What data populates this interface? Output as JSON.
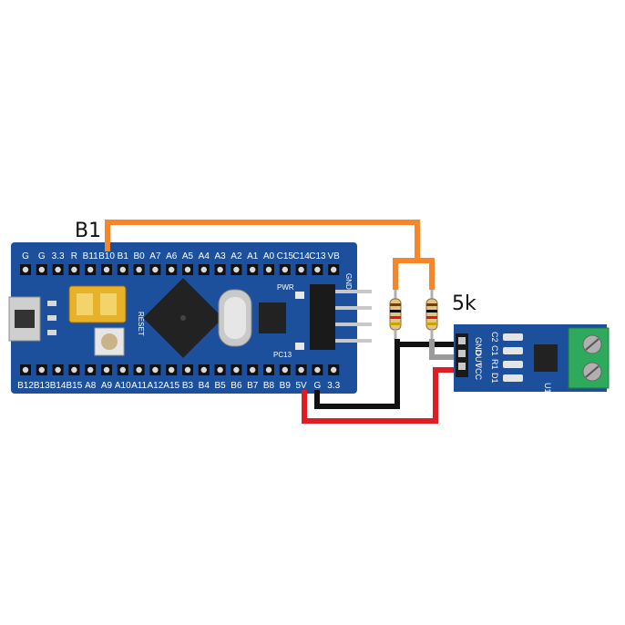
{
  "annotations": {
    "wire_label": "B1",
    "resistor_label": "5k"
  },
  "board": {
    "top_pins": [
      "G",
      "G",
      "3.3",
      "R",
      "B11",
      "B10",
      "B1",
      "B0",
      "A7",
      "A6",
      "A5",
      "A4",
      "A3",
      "A2",
      "A1",
      "A0",
      "C15",
      "C14",
      "C13",
      "VB"
    ],
    "bottom_pins": [
      "B12",
      "B13",
      "B14",
      "B15",
      "A8",
      "A9",
      "A10",
      "A11",
      "A12",
      "A15",
      "B3",
      "B4",
      "B5",
      "B6",
      "B7",
      "B8",
      "B9",
      "5V",
      "G",
      "3.3"
    ],
    "pwr_label": "PWR",
    "pc13_label": "PC13",
    "reset_label": "RESET",
    "gnd_label": "GND"
  },
  "module": {
    "pins": [
      "GND",
      "OUT",
      "VCC"
    ],
    "components": [
      "C2",
      "C1",
      "R1",
      "D1"
    ],
    "ic_label": "U1"
  },
  "colors": {
    "board_blue": "#1c4f9c",
    "orange_wire": "#f5862a",
    "black_wire": "#111111",
    "red_wire": "#e11d24",
    "gray_wire": "#9a9a9a",
    "terminal_green": "#2eaa5c"
  }
}
